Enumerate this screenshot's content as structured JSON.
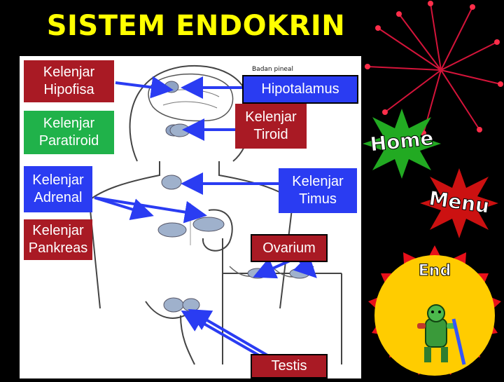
{
  "slide": {
    "title": "SISTEM ENDOKRIN",
    "figure_caption": "Badan pineal",
    "labels": {
      "hipofisa": "Kelenjar\nHipofisa",
      "paratiroid": "Kelenjar\nParatiroid",
      "adrenal": "Kelenjar\nAdrenal",
      "pankreas": "Kelenjar\nPankreas",
      "hipotalamus": "Hipotalamus",
      "tiroid": "Kelenjar\nTiroid",
      "timus": "Kelenjar\nTimus",
      "ovarium": "Ovarium",
      "testis": "Testis"
    },
    "nav": {
      "home": "Home",
      "menu": "Menu",
      "end": "End"
    },
    "colors": {
      "title": "#ffff00",
      "label_red": "#a91a24",
      "label_green": "#20b24a",
      "label_blue": "#2a3cf2",
      "arrow": "#2a3cf2",
      "home_star": "#22aa22",
      "menu_star": "#cc1111",
      "end_button": "#ffcc00"
    }
  }
}
